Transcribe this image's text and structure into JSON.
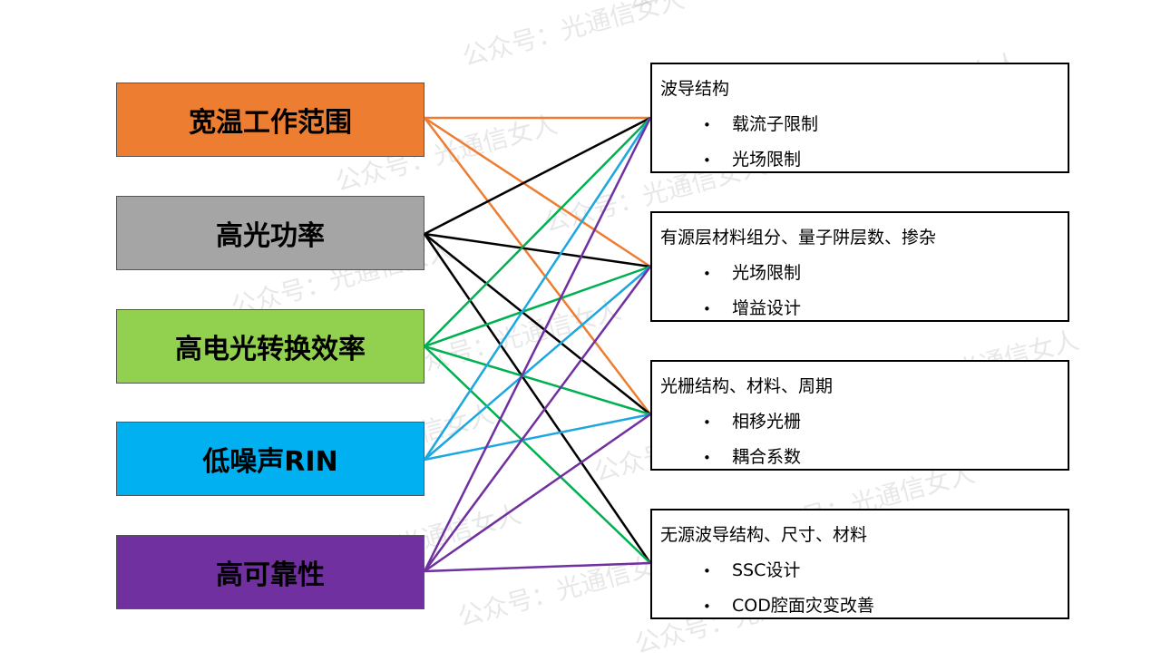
{
  "watermark_text": "公众号：光通信女人",
  "left_boxes": [
    {
      "label": "宽温工作范围",
      "color": "#ED7D31"
    },
    {
      "label": "高光功率",
      "color": "#A5A5A5"
    },
    {
      "label": "高电光转换效率",
      "color": "#92D050"
    },
    {
      "label": "低噪声RIN",
      "color": "#00B0F0"
    },
    {
      "label": "高可靠性",
      "color": "#7030A0"
    }
  ],
  "right_boxes": [
    {
      "heading": "波导结构",
      "items": [
        "载流子限制",
        "光场限制"
      ]
    },
    {
      "heading": "有源层材料组分、量子阱层数、掺杂",
      "items": [
        "光场限制",
        "增益设计"
      ]
    },
    {
      "heading": "光栅结构、材料、周期",
      "items": [
        "相移光栅",
        "耦合系数"
      ]
    },
    {
      "heading": "无源波导结构、尺寸、材料",
      "items": [
        "SSC设计",
        "COD腔面灾变改善"
      ]
    }
  ],
  "bullet_symbol": "•",
  "line_colors": [
    "#ED7D31",
    "#000000",
    "#00B050",
    "#1CA7E0",
    "#7030A0"
  ],
  "connections": [
    {
      "from": 0,
      "to": 0
    },
    {
      "from": 0,
      "to": 1
    },
    {
      "from": 0,
      "to": 2
    },
    {
      "from": 1,
      "to": 0
    },
    {
      "from": 1,
      "to": 1
    },
    {
      "from": 1,
      "to": 2
    },
    {
      "from": 1,
      "to": 3
    },
    {
      "from": 2,
      "to": 0
    },
    {
      "from": 2,
      "to": 1
    },
    {
      "from": 2,
      "to": 2
    },
    {
      "from": 2,
      "to": 3
    },
    {
      "from": 3,
      "to": 0
    },
    {
      "from": 3,
      "to": 1
    },
    {
      "from": 3,
      "to": 2
    },
    {
      "from": 4,
      "to": 0
    },
    {
      "from": 4,
      "to": 1
    },
    {
      "from": 4,
      "to": 2
    },
    {
      "from": 4,
      "to": 3
    }
  ]
}
